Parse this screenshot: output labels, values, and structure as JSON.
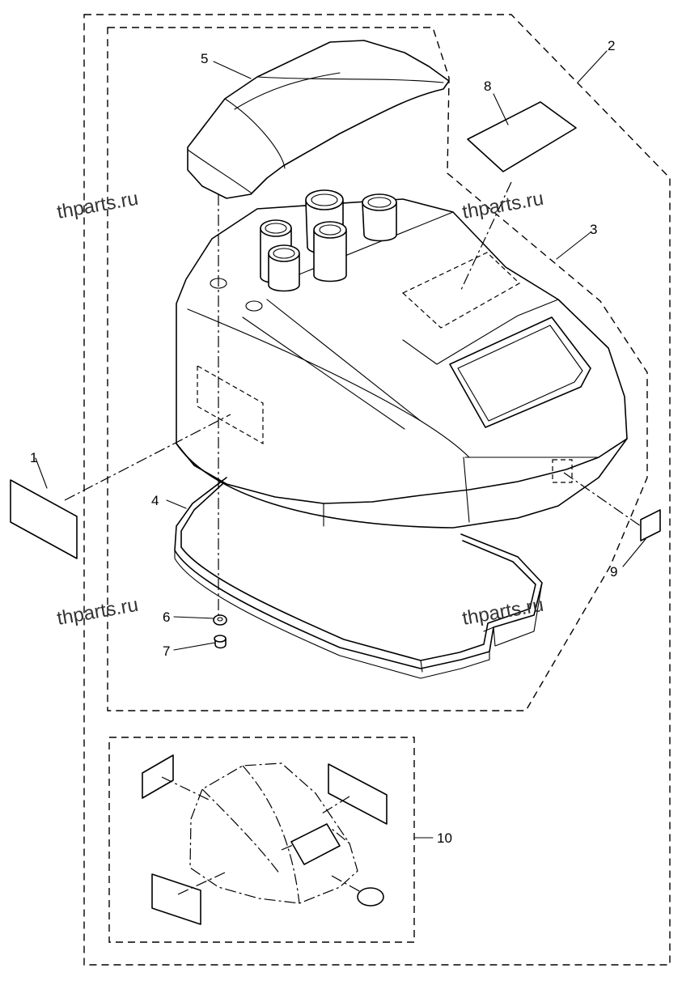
{
  "callouts": {
    "c1": "1",
    "c2": "2",
    "c3": "3",
    "c4": "4",
    "c5": "5",
    "c6": "6",
    "c7": "7",
    "c8": "8",
    "c9": "9",
    "c10": "10"
  },
  "watermark": {
    "w1": "thparts.ru",
    "w2": "thparts.ru",
    "w3": "thparts.ru",
    "w4": "thparts.ru"
  }
}
